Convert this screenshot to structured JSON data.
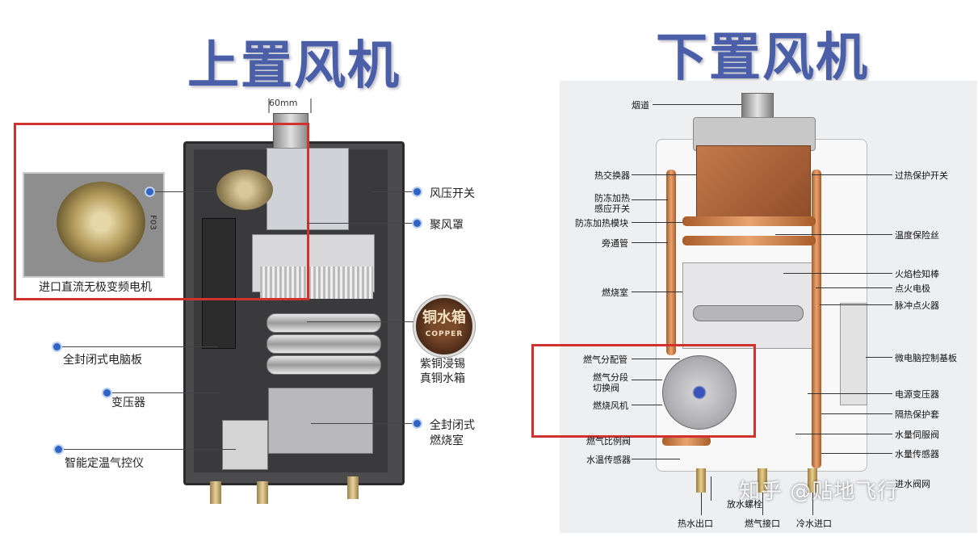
{
  "titles": {
    "left": "上置风机",
    "right": "下置风机"
  },
  "left": {
    "dimension": "60mm",
    "inset_caption": "进口直流无极变频电机",
    "callouts": {
      "pressure_switch": "风压开关",
      "hood": "聚风罩",
      "board": "全封闭式电脑板",
      "tank_line1": "紫铜浸锡",
      "tank_line2": "真铜水箱",
      "transformer": "变压器",
      "chamber_line1": "全封闭式",
      "chamber_line2": "燃烧室",
      "gas_ctrl": "智能定温气控仪"
    },
    "badge": {
      "top": "铜水箱",
      "bottom": "COPPER"
    },
    "inset_tag": "F03"
  },
  "right": {
    "left_labels": {
      "flue": "烟道",
      "exchanger": "热交换器",
      "antifreeze_switch_1": "防冻加热",
      "antifreeze_switch_2": "感应开关",
      "antifreeze_module": "防冻加热模块",
      "bypass": "旁通管",
      "chamber": "燃烧室",
      "gas_manifold": "燃气分配管",
      "gas_switch_1": "燃气分段",
      "gas_switch_2": "切换阀",
      "fan": "燃烧风机",
      "proportional": "燃气比例阀",
      "water_temp": "水温传感器"
    },
    "right_labels": {
      "overheat": "过热保护开关",
      "fuse": "温度保险丝",
      "flame_rod": "火焰检知棒",
      "igniter_rod": "点火电极",
      "pulse": "脉冲点火器",
      "board": "微电脑控制基板",
      "power": "电源变压器",
      "heat_shield": "隔热保护套",
      "servo": "水量伺服阀",
      "flow_sensor": "水量传感器",
      "inlet_valve": "进水阀网"
    },
    "bottom_labels": {
      "drain": "放水螺栓",
      "hot_out": "热水出口",
      "gas_in": "燃气接口",
      "cold_in": "冷水进口"
    }
  },
  "watermark": "知乎 @贴地飞行",
  "colors": {
    "title": "#4a5fa8",
    "highlight_box": "#d2322d",
    "callout_dot": "#2f63c4"
  }
}
